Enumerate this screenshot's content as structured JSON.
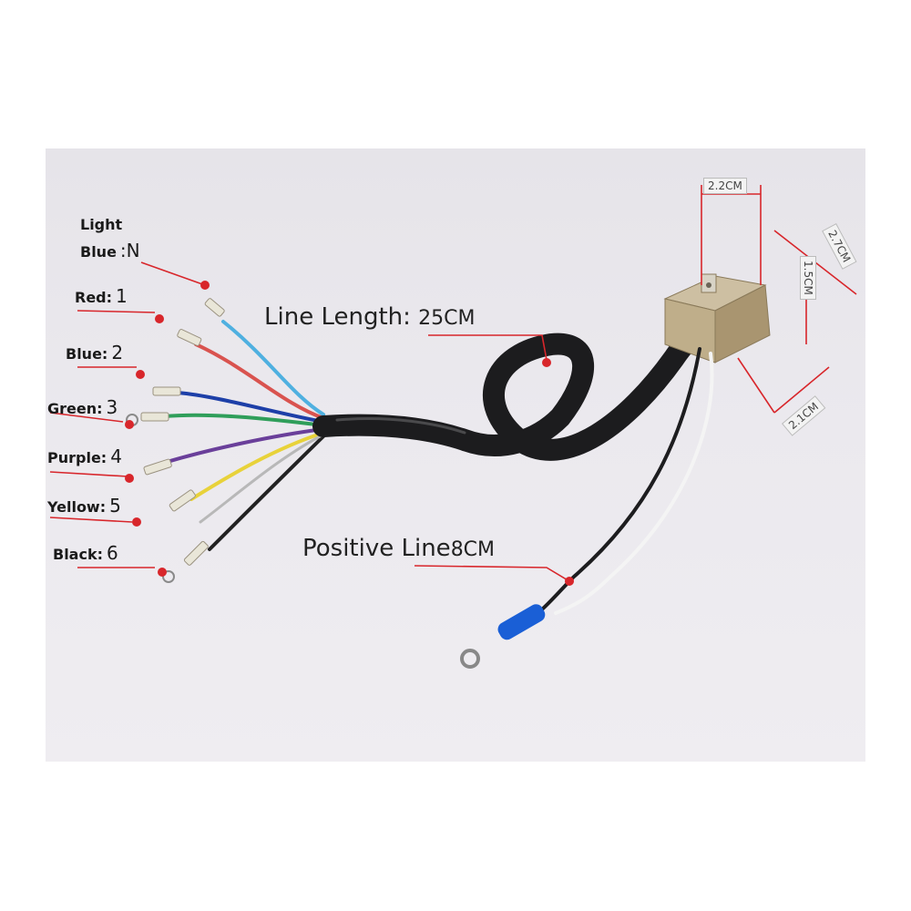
{
  "wire_labels": [
    {
      "name": "Light",
      "name2": "Blue",
      "code": ":N"
    },
    {
      "name": "Red:",
      "code": "1"
    },
    {
      "name": "Blue:",
      "code": "2"
    },
    {
      "name": "Green:",
      "code": "3"
    },
    {
      "name": "Purple:",
      "code": "4"
    },
    {
      "name": "Yellow:",
      "code": "5"
    },
    {
      "name": "Black:",
      "code": "6"
    }
  ],
  "line_length": {
    "label": "Line Length:",
    "value": "25CM"
  },
  "positive_line": {
    "label": "Positive Line",
    "value": "8CM"
  },
  "dimensions": {
    "width_top": "2.2CM",
    "diag": "2.7CM",
    "height": "1.5CM",
    "depth": "2.1CM"
  },
  "colors": {
    "background": "#ebe9ee",
    "cable": "#1c1c1e",
    "annotation_red": "#d8262b",
    "light_blue_wire": "#4fb0e0",
    "red_wire": "#d9534f",
    "blue_wire": "#1d3fa8",
    "green_wire": "#2f9e5a",
    "purple_wire": "#6a3f9a",
    "yellow_wire": "#e8d23a",
    "black_wire": "#222222",
    "connector_blue": "#1a5fd6"
  }
}
